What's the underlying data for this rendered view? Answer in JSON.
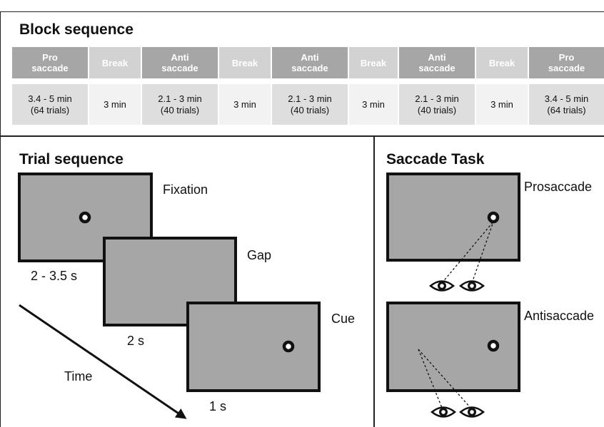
{
  "block": {
    "title": "Block sequence",
    "columns": [
      {
        "header": "Pro\nsaccade",
        "value": "3.4 - 5 min\n(64 trials)"
      },
      {
        "header": "Break",
        "value": "3 min"
      },
      {
        "header": "Anti\nsaccade",
        "value": "2.1 - 3 min\n(40 trials)"
      },
      {
        "header": "Break",
        "value": "3 min"
      },
      {
        "header": "Anti\nsaccade",
        "value": "2.1 - 3 min\n(40 trials)"
      },
      {
        "header": "Break",
        "value": "3 min"
      },
      {
        "header": "Anti\nsaccade",
        "value": "2.1 - 3 min\n(40 trials)"
      },
      {
        "header": "Break",
        "value": "3 min"
      },
      {
        "header": "Pro\nsaccade",
        "value": "3.4 - 5 min\n(64 trials)"
      }
    ]
  },
  "trial": {
    "title": "Trial sequence",
    "fixation_label": "Fixation",
    "fixation_duration": "2 - 3.5 s",
    "gap_label": "Gap",
    "gap_duration": "2 s",
    "cue_label": "Cue",
    "cue_duration": "1 s",
    "time_label": "Time"
  },
  "saccade": {
    "title": "Saccade Task",
    "pro_label": "Prosaccade",
    "anti_label": "Antisaccade"
  },
  "colors": {
    "screen_fill": "#a6a6a6",
    "header_dark": "#a6a6a6",
    "header_light": "#d2d2d2",
    "value_dark": "#dedede",
    "value_light": "#f2f2f2"
  }
}
